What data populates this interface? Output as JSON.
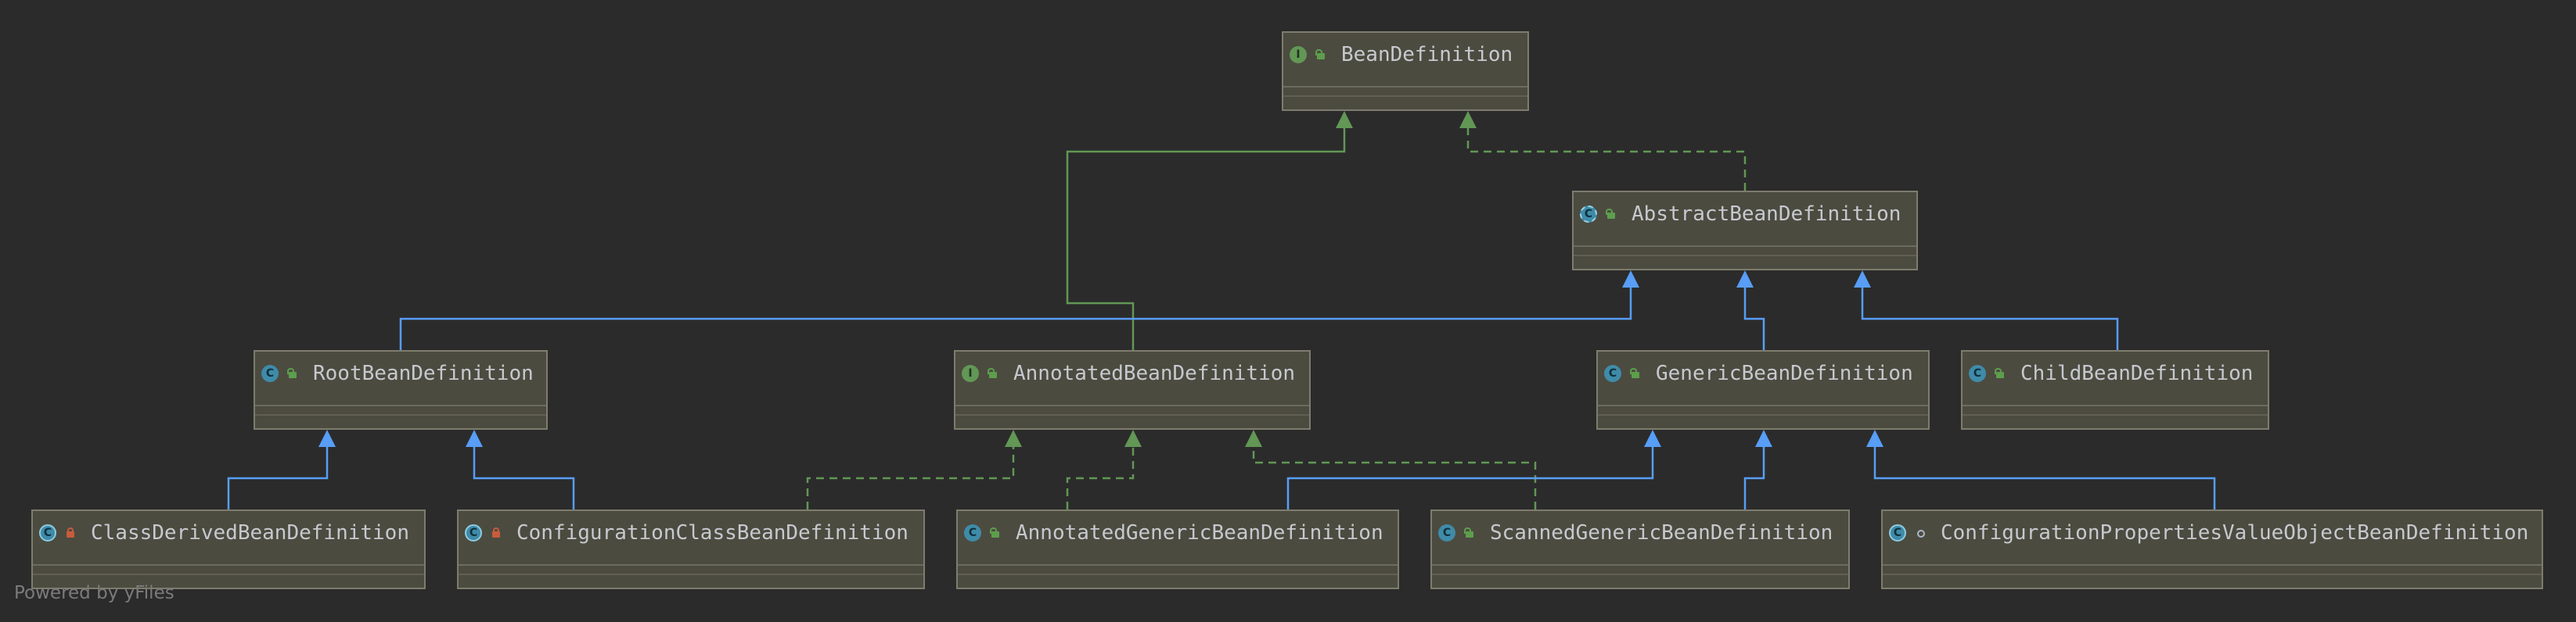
{
  "diagram": {
    "watermark": "Powered by yFiles",
    "colors": {
      "background": "#2b2b2b",
      "node_fill": "#4c4b40",
      "node_border": "#7d7c6e",
      "extends_edge": "#589df6",
      "implements_edge": "#629755",
      "interface_icon": "#629755",
      "class_icon": "#3f8ba8",
      "public_icon": "#5d9e4c",
      "private_icon": "#c75c3b"
    },
    "nodes": [
      {
        "id": "BeanDefinition",
        "label": "BeanDefinition",
        "kind": "interface",
        "kind_glyph": "I",
        "visibility": "pub"
      },
      {
        "id": "AbstractBeanDefinition",
        "label": "AbstractBeanDefinition",
        "kind": "abstract",
        "kind_glyph": "C",
        "visibility": "pub"
      },
      {
        "id": "RootBeanDefinition",
        "label": "RootBeanDefinition",
        "kind": "class",
        "kind_glyph": "C",
        "visibility": "pub"
      },
      {
        "id": "AnnotatedBeanDefinition",
        "label": "AnnotatedBeanDefinition",
        "kind": "interface",
        "kind_glyph": "I",
        "visibility": "pub"
      },
      {
        "id": "GenericBeanDefinition",
        "label": "GenericBeanDefinition",
        "kind": "class",
        "kind_glyph": "C",
        "visibility": "pub"
      },
      {
        "id": "ChildBeanDefinition",
        "label": "ChildBeanDefinition",
        "kind": "class",
        "kind_glyph": "C",
        "visibility": "pub"
      },
      {
        "id": "ClassDerivedBeanDefinition",
        "label": "ClassDerivedBeanDefinition",
        "kind": "plain",
        "kind_glyph": "C",
        "visibility": "pri"
      },
      {
        "id": "ConfigurationClassBeanDefinition",
        "label": "ConfigurationClassBeanDefinition",
        "kind": "plain",
        "kind_glyph": "C",
        "visibility": "pri"
      },
      {
        "id": "AnnotatedGenericBeanDefinition",
        "label": "AnnotatedGenericBeanDefinition",
        "kind": "class",
        "kind_glyph": "C",
        "visibility": "pub"
      },
      {
        "id": "ScannedGenericBeanDefinition",
        "label": "ScannedGenericBeanDefinition",
        "kind": "class",
        "kind_glyph": "C",
        "visibility": "pub"
      },
      {
        "id": "ConfigurationPropertiesValueObjectBeanDefinition",
        "label": "ConfigurationPropertiesValueObjectBeanDefinition",
        "kind": "plain",
        "kind_glyph": "C",
        "visibility": "pkg"
      }
    ],
    "edges": [
      {
        "from": "AnnotatedBeanDefinition",
        "to": "BeanDefinition",
        "type": "extends-interface"
      },
      {
        "from": "AbstractBeanDefinition",
        "to": "BeanDefinition",
        "type": "implements"
      },
      {
        "from": "RootBeanDefinition",
        "to": "AbstractBeanDefinition",
        "type": "extends"
      },
      {
        "from": "GenericBeanDefinition",
        "to": "AbstractBeanDefinition",
        "type": "extends"
      },
      {
        "from": "ChildBeanDefinition",
        "to": "AbstractBeanDefinition",
        "type": "extends"
      },
      {
        "from": "ClassDerivedBeanDefinition",
        "to": "RootBeanDefinition",
        "type": "extends"
      },
      {
        "from": "ConfigurationClassBeanDefinition",
        "to": "RootBeanDefinition",
        "type": "extends"
      },
      {
        "from": "ConfigurationClassBeanDefinition",
        "to": "AnnotatedBeanDefinition",
        "type": "implements"
      },
      {
        "from": "AnnotatedGenericBeanDefinition",
        "to": "AnnotatedBeanDefinition",
        "type": "implements"
      },
      {
        "from": "ScannedGenericBeanDefinition",
        "to": "AnnotatedBeanDefinition",
        "type": "implements"
      },
      {
        "from": "AnnotatedGenericBeanDefinition",
        "to": "GenericBeanDefinition",
        "type": "extends"
      },
      {
        "from": "ScannedGenericBeanDefinition",
        "to": "GenericBeanDefinition",
        "type": "extends"
      },
      {
        "from": "ConfigurationPropertiesValueObjectBeanDefinition",
        "to": "GenericBeanDefinition",
        "type": "extends"
      }
    ]
  }
}
